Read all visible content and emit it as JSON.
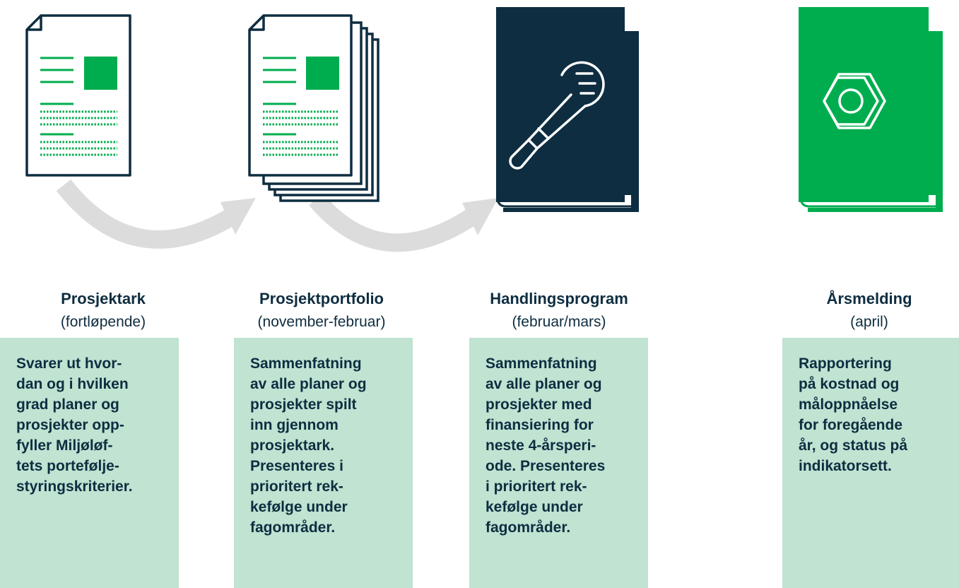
{
  "stages": [
    {
      "title": "Prosjektark",
      "period": "(fortløpende)",
      "description": "Svarer ut hvor-\ndan og i hvilken\ngrad planer og\nprosjekter opp-\nfyller Miljøløf-\ntets portefølje-\nstyringskriterier.",
      "icon": "single-document-icon"
    },
    {
      "title": "Prosjektportfolio",
      "period": "(november-februar)",
      "description": "Sammenfatning\nav alle planer og\nprosjekter spilt\ninn gjennom\nprosjektark.\nPresenteres i\nprioritert rek-\nkefølge under\nfagområder.",
      "icon": "document-stack-icon"
    },
    {
      "title": "Handlingsprogram",
      "period": "(februar/mars)",
      "description": "Sammenfatning\nav alle planer og\nprosjekter med\nfinansiering for\nneste 4-årsperi-\node. Presenteres\ni prioritert rek-\nkefølge under\nfagområder.",
      "icon": "wrench-book-icon"
    },
    {
      "title": "Årsmelding",
      "period": "(april)",
      "description": "Rapportering\npå kostnad og\nmåloppnåelse\nfor foregående\når, og status på\nindikatorsett.",
      "icon": "hex-nut-book-icon"
    }
  ],
  "colors": {
    "navy": "#0e2d40",
    "accent_green": "#00ad4e",
    "box_fill": "#c0e3d2",
    "arrow_gray": "#dcdcdc"
  }
}
